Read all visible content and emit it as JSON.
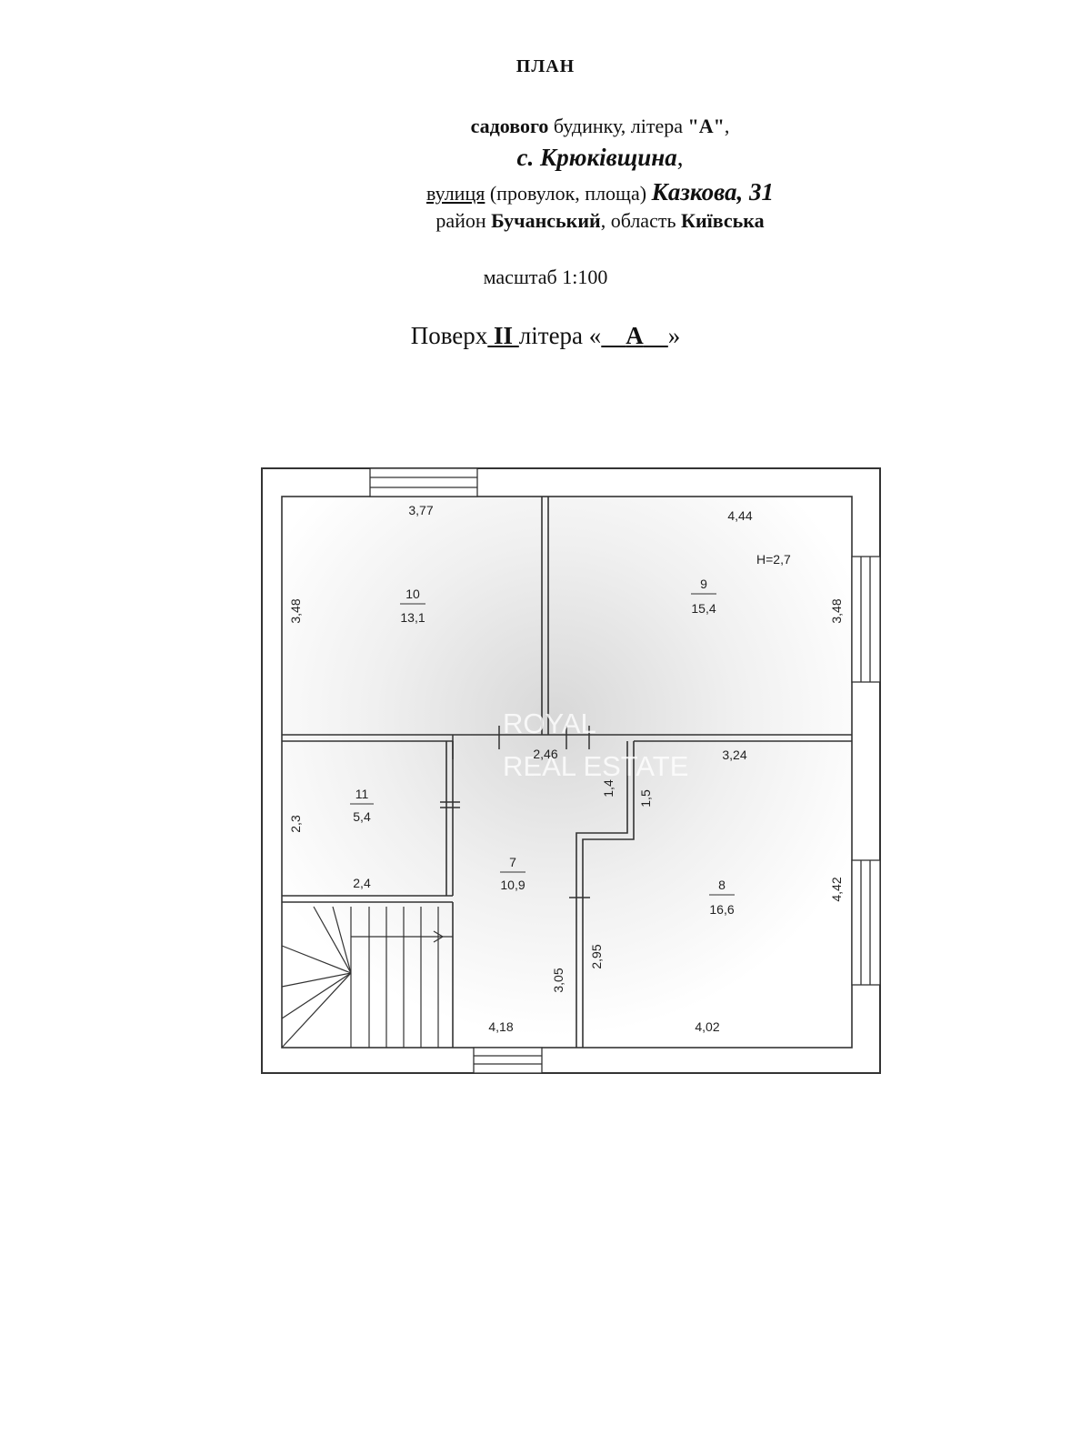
{
  "header": {
    "title": "ПЛАН",
    "l1_a": "садового",
    "l1_b": "будинку, літера",
    "l1_c": "\"А\"",
    "l1_d": ",",
    "l2_a": "с. Крюківщина",
    "l2_b": ",",
    "l3_a": "вулиця",
    "l3_b": "(провулок, площа)",
    "l3_c": "Казкова, 31",
    "l4_a": "район",
    "l4_b": "Бучанський",
    "l4_c": ", область",
    "l4_d": "Київська",
    "scale": "масштаб 1:100",
    "floor_a": "Поверх",
    "floor_num": "II",
    "floor_b": "літера «",
    "floor_letter": "А",
    "floor_c": "»"
  },
  "plan": {
    "height": "H=2,7",
    "rooms": [
      {
        "num": "10",
        "area": "13,1"
      },
      {
        "num": "9",
        "area": "15,4"
      },
      {
        "num": "11",
        "area": "5,4"
      },
      {
        "num": "7",
        "area": "10,9"
      },
      {
        "num": "8",
        "area": "16,6"
      }
    ],
    "dims": {
      "r10_top": "3,77",
      "r10_left": "3,48",
      "r9_top": "4,44",
      "r9_right": "3,48",
      "r7_top": "2,46",
      "r8_top": "3,24",
      "r11_left": "2,3",
      "r11_bottom": "2,4",
      "r7_side": "1,4",
      "r8_side": "1,5",
      "r8_right": "4,42",
      "r8_left": "2,95",
      "r7_right": "3,05",
      "r7_bottom": "4,18",
      "r8_bottom": "4,02"
    },
    "watermark": {
      "line1": "ROYAL",
      "line2": "REAL ESTATE"
    }
  }
}
